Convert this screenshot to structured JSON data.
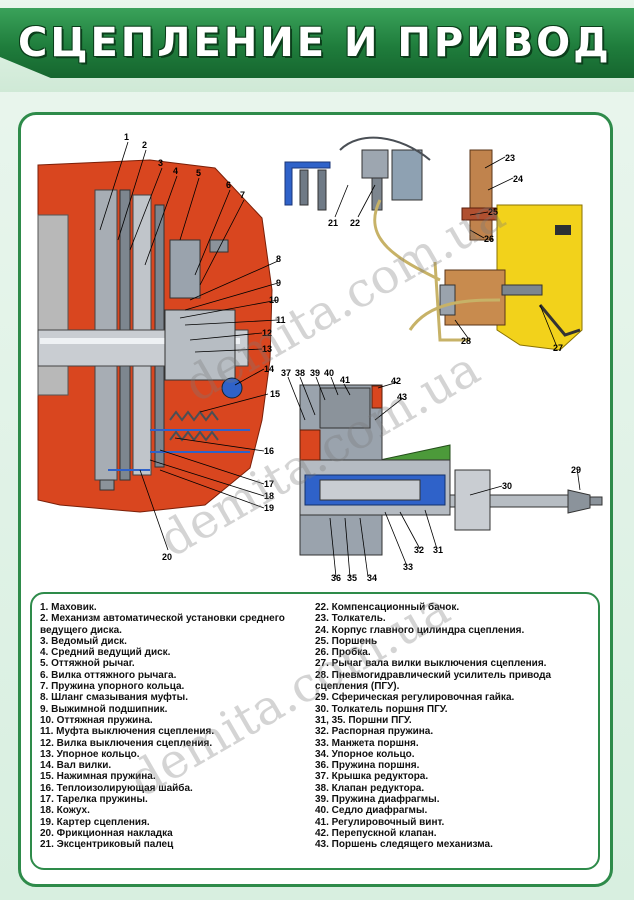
{
  "title": "СЦЕПЛЕНИЕ И ПРИВОД",
  "callouts": [
    "1",
    "2",
    "3",
    "4",
    "5",
    "6",
    "7",
    "8",
    "9",
    "10",
    "11",
    "12",
    "13",
    "14",
    "15",
    "16",
    "17",
    "18",
    "19",
    "20",
    "21",
    "22",
    "23",
    "24",
    "25",
    "26",
    "27",
    "28",
    "29",
    "30",
    "31",
    "32",
    "33",
    "34",
    "35",
    "36",
    "37",
    "38",
    "39",
    "40",
    "41",
    "42",
    "43"
  ],
  "legend_left": [
    "1. Маховик.",
    "2. Механизм автоматической установки среднего ведущего диска.",
    "3. Ведомый диск.",
    "4. Средний ведущий диск.",
    "5. Оттяжной рычаг.",
    "6. Вилка оттяжного рычага.",
    "7. Пружина упорного кольца.",
    "8. Шланг смазывания муфты.",
    "9. Выжимной подшипник.",
    "10. Оттяжная пружина.",
    "11. Муфта выключения сцепления.",
    "12. Вилка выключения сцепления.",
    "13. Упорное кольцо.",
    "14. Вал вилки.",
    "15. Нажимная пружина.",
    "16. Теплоизолирующая шайба.",
    "17. Тарелка пружины.",
    "18. Кожух.",
    "19. Картер сцепления.",
    "20. Фрикционная накладка",
    "21. Эксцентриковый палец"
  ],
  "legend_right": [
    "22. Компенсационный бачок.",
    "23. Толкатель.",
    "24. Корпус главного цилиндра сцепления.",
    "25. Поршень",
    "26. Пробка.",
    "27. Рычаг вала вилки выключения сцепления.",
    "28. Пневмогидравлический усилитель привода сцепления (ПГУ).",
    "29. Сферическая регулировочная гайка.",
    "30. Толкатель поршня ПГУ.",
    "31, 35. Поршни ПГУ.",
    "32. Распорная пружина.",
    "33. Манжета поршня.",
    "34. Упорное кольцо.",
    "36. Пружина поршня.",
    "37. Крышка редуктора.",
    "38. Клапан редуктора.",
    "39. Пружина диафрагмы.",
    "40. Седло диафрагмы.",
    "41. Регулировочный винт.",
    "42. Перепускной клапан.",
    "43. Поршень следящего механизма."
  ],
  "watermark": "demita.com.ua",
  "colors": {
    "header_green": "#1f7d3c",
    "housing_red": "#d9461f",
    "steel_grey": "#9aa3ad",
    "bracket_yellow": "#f2d21b",
    "fluid_green": "#4c9a3a",
    "highlight_blue": "#2f62c9"
  }
}
